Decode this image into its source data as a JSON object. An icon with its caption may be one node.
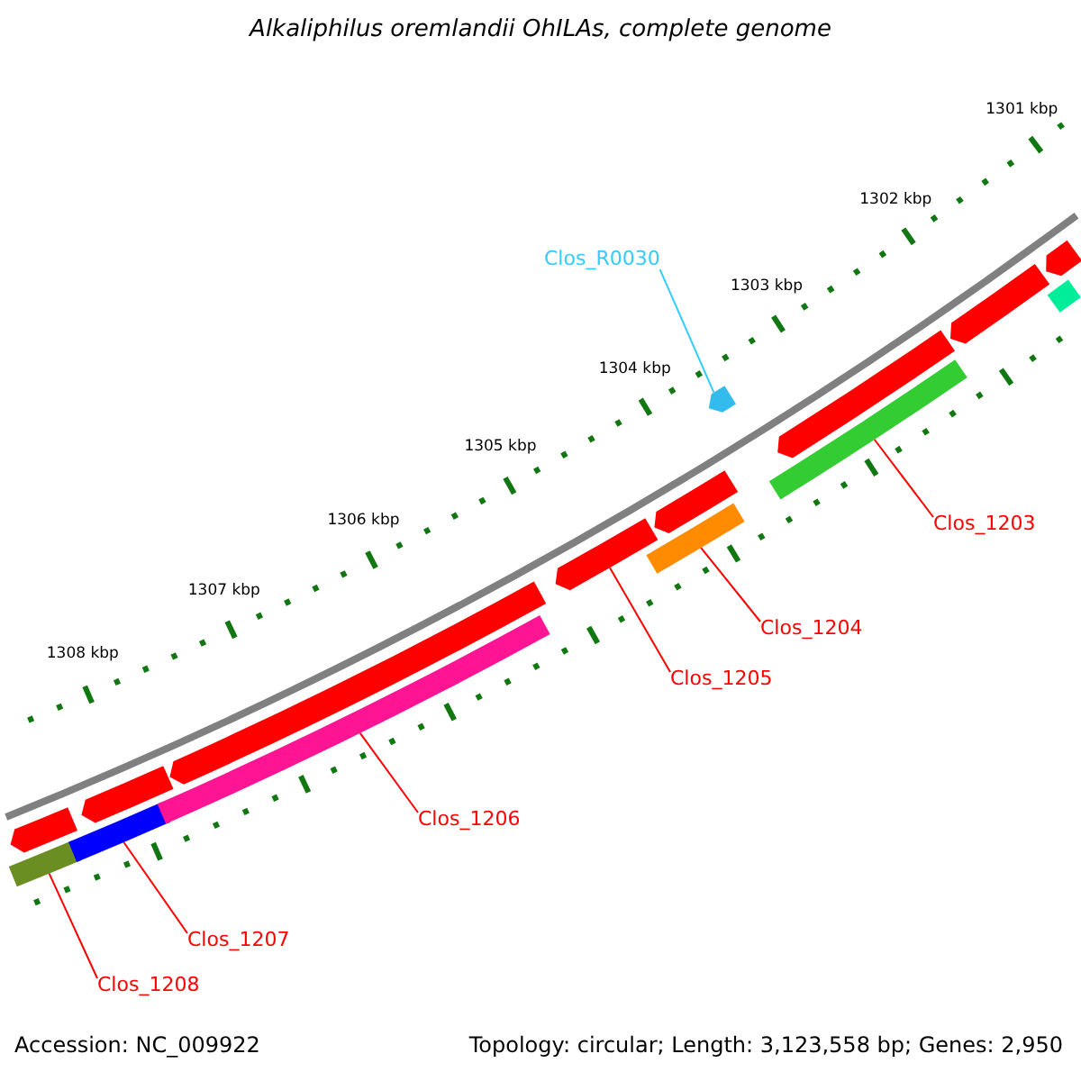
{
  "diagram": {
    "title": "Alkaliphilus oremlandii OhILAs, complete genome",
    "nodes": [
      {
        "text": [
          "Clos_R0030"
        ]
      },
      {
        "text": [
          "Clos_1203"
        ]
      },
      {
        "text": [
          "Clos_1204"
        ]
      },
      {
        "text": [
          "Clos_1205"
        ]
      },
      {
        "text": [
          "Clos_1206"
        ]
      },
      {
        "text": [
          "Clos_1207"
        ]
      },
      {
        "text": [
          "Clos_1208"
        ]
      },
      {
        "text": [],
        "shape": "arrow"
      },
      {
        "text": [],
        "shape": "bar"
      },
      {
        "text": [],
        "shape": "arrow"
      },
      {
        "text": [],
        "shape": "bar"
      },
      {
        "text": [],
        "shape": "arrow"
      },
      {
        "text": [],
        "shape": "bar"
      },
      {
        "text": [],
        "shape": "arrow"
      },
      {
        "text": [],
        "shape": "arrow"
      },
      {
        "text": [],
        "shape": "bar"
      },
      {
        "text": [],
        "shape": "arrow"
      },
      {
        "text": [],
        "shape": "arrow"
      },
      {
        "text": [],
        "shape": "bar"
      },
      {
        "text": [],
        "shape": "arrow"
      },
      {
        "text": [],
        "shape": "arrow"
      },
      {
        "text": [],
        "shape": "bar"
      }
    ],
    "edges": [
      {
        "from": 0,
        "to": 16,
        "arrow": "none",
        "color": "#33ccff"
      },
      {
        "from": 1,
        "to": 18,
        "arrow": "none"
      },
      {
        "from": 2,
        "to": 15,
        "arrow": "none"
      },
      {
        "from": 3,
        "to": 13,
        "arrow": "none"
      },
      {
        "from": 4,
        "to": 12,
        "arrow": "none"
      },
      {
        "from": 5,
        "to": 10,
        "arrow": "none"
      },
      {
        "from": 6,
        "to": 8,
        "arrow": "none"
      }
    ],
    "labels": [
      "1301 kbp",
      "1302 kbp",
      "1303 kbp",
      "1304 kbp",
      "1305 kbp",
      "1306 kbp",
      "1307 kbp",
      "1308 kbp",
      "Accession: NC_009922",
      "Topology: circular; Length: 3,123,558 bp; Genes: 2,950"
    ]
  }
}
